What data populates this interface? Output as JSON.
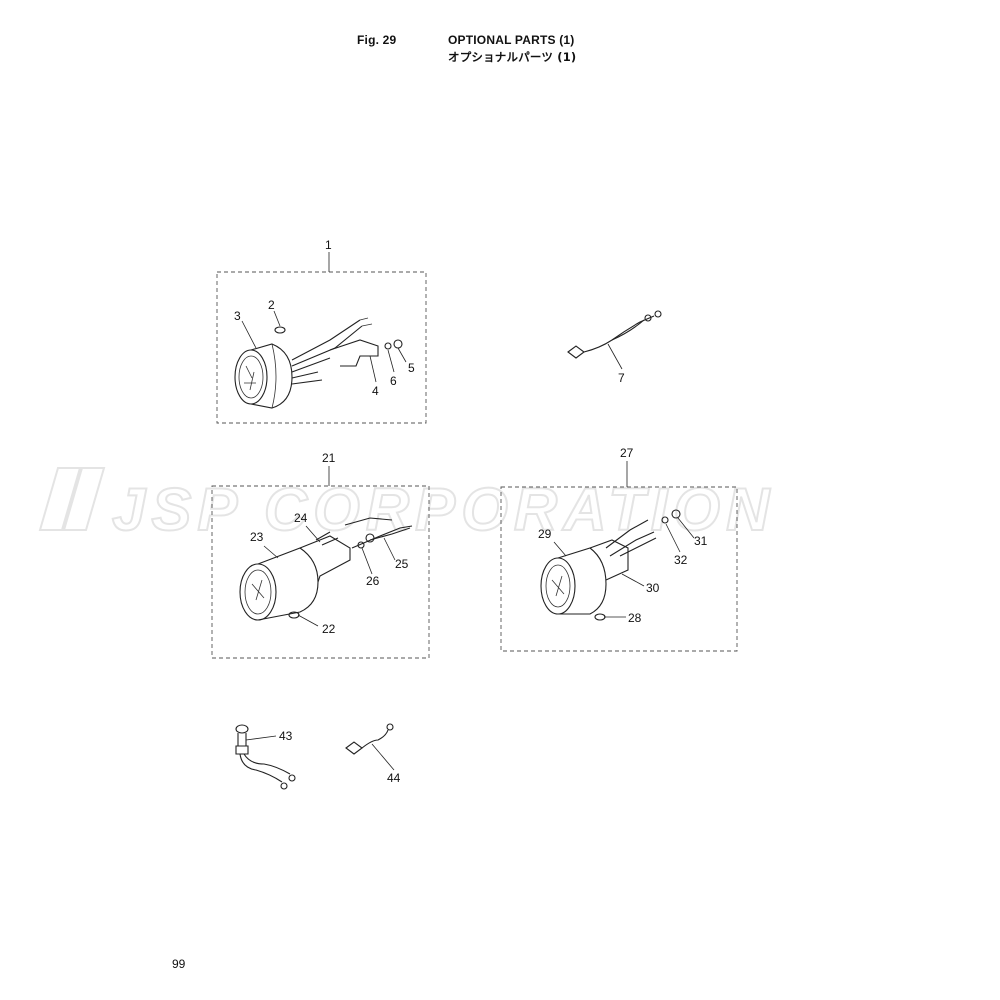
{
  "header": {
    "fig_number": "Fig. 29",
    "title_en": "OPTIONAL PARTS (1)",
    "title_jp": "オプショナルパーツ (1)"
  },
  "watermark": {
    "text": "JSP CORPORATION"
  },
  "callouts": {
    "c1": "1",
    "c2": "2",
    "c3": "3",
    "c4": "4",
    "c5": "5",
    "c6": "6",
    "c7": "7",
    "c21": "21",
    "c22": "22",
    "c23": "23",
    "c24": "24",
    "c25": "25",
    "c26": "26",
    "c27": "27",
    "c28": "28",
    "c29": "29",
    "c30": "30",
    "c31": "31",
    "c32": "32",
    "c43": "43",
    "c44": "44"
  },
  "footer": {
    "page_number": "99"
  }
}
